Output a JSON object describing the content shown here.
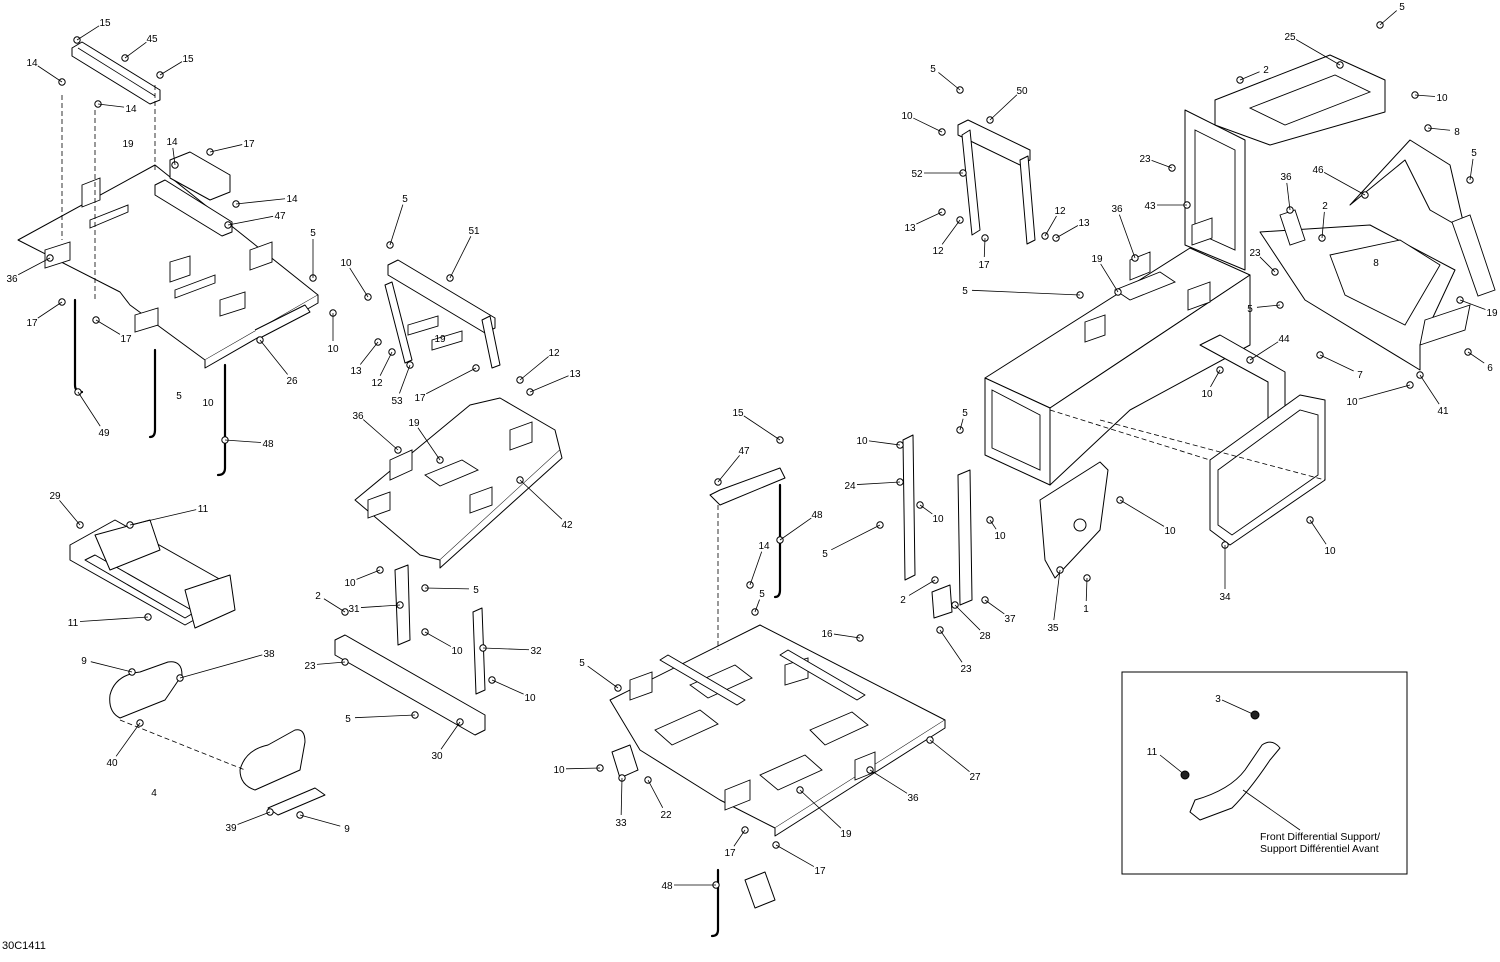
{
  "diagram_code": "30C1411",
  "inset": {
    "caption_line1": "Front Differential Support/",
    "caption_line2": "Support Différentiel Avant",
    "callouts": [
      "3",
      "11"
    ]
  },
  "callouts": [
    "1",
    "2",
    "4",
    "5",
    "6",
    "7",
    "8",
    "9",
    "10",
    "11",
    "12",
    "13",
    "14",
    "15",
    "16",
    "17",
    "19",
    "22",
    "23",
    "24",
    "25",
    "26",
    "27",
    "28",
    "29",
    "30",
    "31",
    "32",
    "33",
    "34",
    "35",
    "36",
    "37",
    "38",
    "39",
    "40",
    "41",
    "42",
    "43",
    "44",
    "45",
    "46",
    "47",
    "48",
    "49",
    "50",
    "51",
    "52",
    "53"
  ]
}
